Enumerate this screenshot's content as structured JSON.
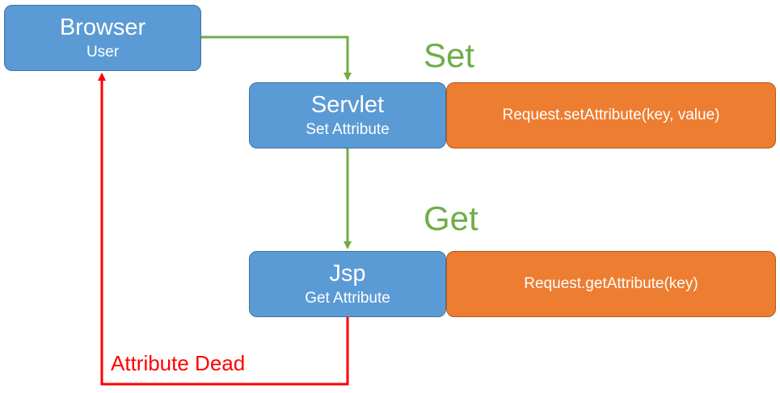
{
  "nodes": {
    "browser": {
      "title": "Browser",
      "subtitle": "User"
    },
    "servlet": {
      "title": "Servlet",
      "subtitle": "Set Attribute"
    },
    "jsp": {
      "title": "Jsp",
      "subtitle": "Get Attribute"
    }
  },
  "code": {
    "set": "Request.setAttribute(key, value)",
    "get": "Request.getAttribute(key)"
  },
  "labels": {
    "set": "Set",
    "get": "Get",
    "dead": "Attribute Dead"
  },
  "colors": {
    "node_blue": "#5b9bd5",
    "node_orange": "#ed7d31",
    "flow_green": "#70ad47",
    "return_red": "#ff0000"
  }
}
